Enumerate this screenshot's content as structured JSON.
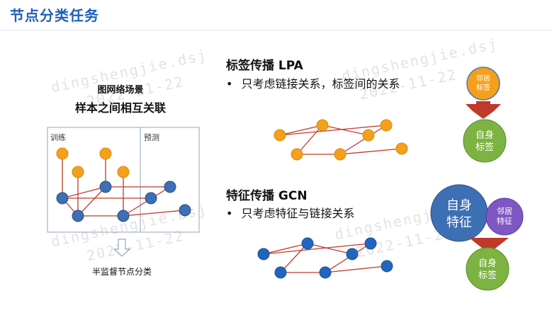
{
  "header": {
    "title": "节点分类任务"
  },
  "scene": {
    "title": "图网络场景",
    "subtitle": "样本之间相互关联",
    "train_label": "训练",
    "predict_label": "预测",
    "caption": "半监督节点分类"
  },
  "lpa": {
    "title": "标签传播 LPA",
    "bullet": "只考虑链接关系，标签间的关系",
    "neighbor_label": [
      "邻居",
      "标签"
    ],
    "self_label": [
      "自身",
      "标签"
    ]
  },
  "gcn": {
    "title": "特征传播 GCN",
    "bullet": "只考虑特征与链接关系",
    "self_feature": [
      "自身",
      "特征"
    ],
    "neighbor_feature": [
      "邻居",
      "特征"
    ],
    "self_label": [
      "自身",
      "标签"
    ]
  },
  "watermarks": [
    "dingshengjie.dsj",
    "2022-11-22",
    "dingshengjie.dsj",
    "2022-11-22",
    "dingshengjie.dsj",
    "2022-11-22",
    "dingshengjie.dsj",
    "2022-11-22"
  ],
  "colors": {
    "title_blue": "#1f5fbf",
    "orange_node": "#f5a01a",
    "blue_node": "#3d6fb4",
    "edge_red": "#c0392b",
    "green_circle": "#7cb342",
    "purple_circle": "#7e57c2",
    "arrow_red": "#c0392b"
  }
}
